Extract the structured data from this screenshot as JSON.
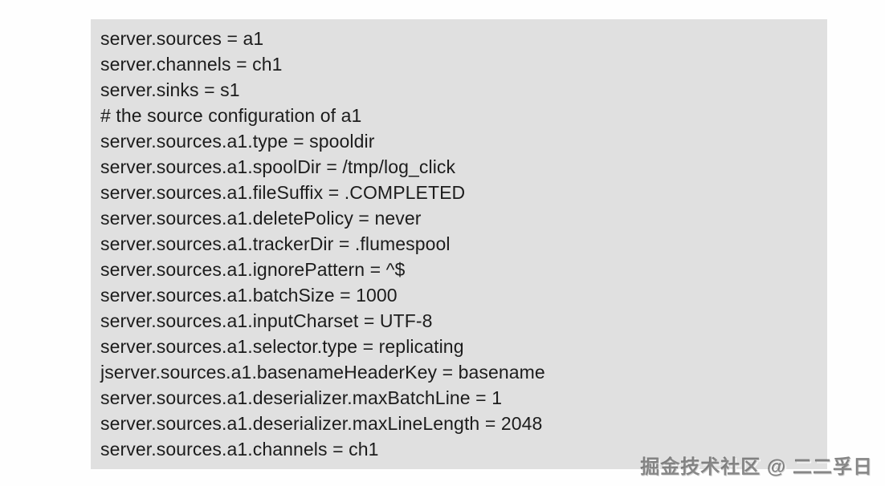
{
  "panel": {
    "background_color": "#e0e0e0",
    "text_color": "#1c1c1c",
    "page_background_color": "#fefefe"
  },
  "code": {
    "language": "flume-properties-config",
    "lines": [
      "server.sources = a1",
      "server.channels = ch1",
      "server.sinks = s1",
      "# the source configuration of a1",
      "server.sources.a1.type = spooldir",
      "server.sources.a1.spoolDir = /tmp/log_click",
      "server.sources.a1.fileSuffix = .COMPLETED",
      "server.sources.a1.deletePolicy = never",
      "server.sources.a1.trackerDir = .flumespool",
      "server.sources.a1.ignorePattern = ^$",
      "server.sources.a1.batchSize = 1000",
      "server.sources.a1.inputCharset = UTF-8",
      "server.sources.a1.selector.type = replicating",
      "jserver.sources.a1.basenameHeaderKey = basename",
      "server.sources.a1.deserializer.maxBatchLine = 1",
      "server.sources.a1.deserializer.maxLineLength = 2048",
      "server.sources.a1.channels = ch1"
    ]
  },
  "watermark": {
    "text": "掘金技术社区 @ 二二孚日"
  }
}
